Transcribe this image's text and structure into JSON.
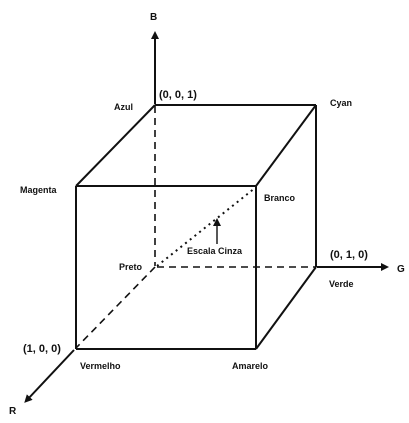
{
  "axes": {
    "blue_axis_label": "B",
    "green_axis_label": "G",
    "red_axis_label": "R"
  },
  "coordinates": {
    "blue_unit": "(0, 0, 1)",
    "green_unit": "(0, 1, 0)",
    "red_unit": "(1, 0, 0)"
  },
  "vertices": {
    "black": "Preto",
    "blue": "Azul",
    "cyan": "Cyan",
    "magenta": "Magenta",
    "white": "Branco",
    "red": "Vermelho",
    "yellow": "Amarelo",
    "green": "Verde"
  },
  "annotations": {
    "grayscale": "Escala Cinza"
  },
  "colors": {
    "line": "#111111",
    "background": "#ffffff"
  }
}
